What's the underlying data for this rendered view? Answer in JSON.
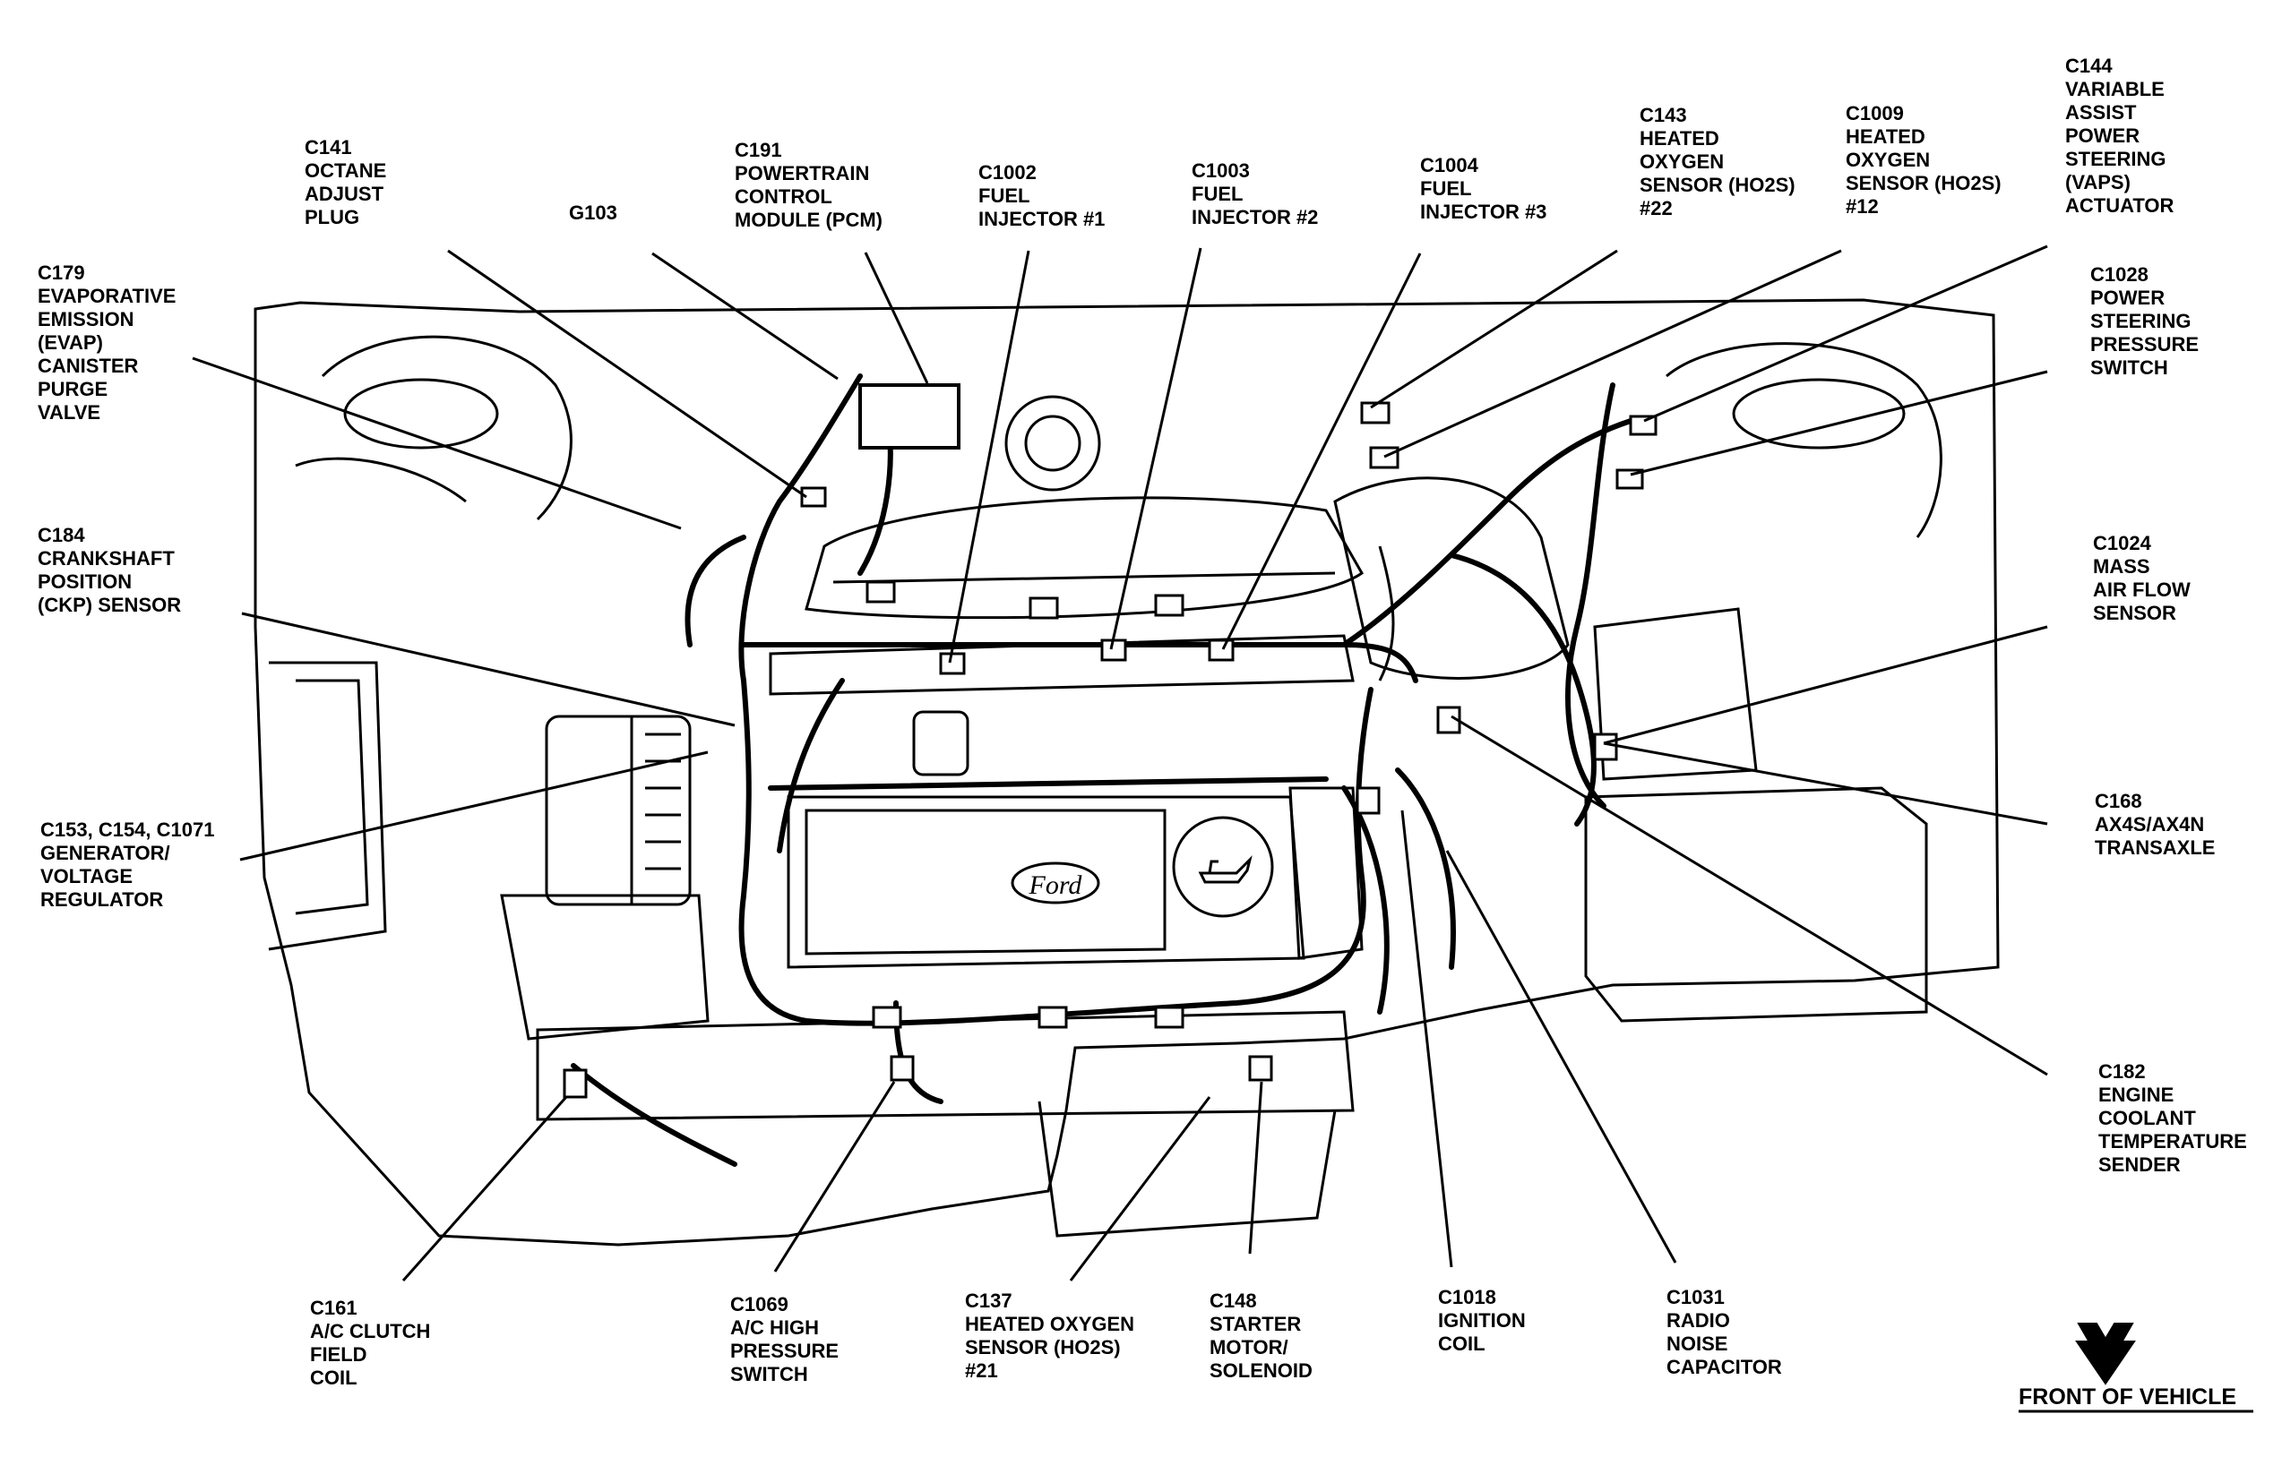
{
  "colors": {
    "ink": "#000000",
    "paper": "#ffffff"
  },
  "labels": {
    "c141": [
      "C141",
      "OCTANE",
      "ADJUST",
      "PLUG"
    ],
    "g103": [
      "G103"
    ],
    "c191": [
      "C191",
      "POWERTRAIN",
      "CONTROL",
      "MODULE (PCM)"
    ],
    "c1002": [
      "C1002",
      "FUEL",
      "INJECTOR #1"
    ],
    "c1003": [
      "C1003",
      "FUEL",
      "INJECTOR #2"
    ],
    "c1004": [
      "C1004",
      "FUEL",
      "INJECTOR #3"
    ],
    "c143": [
      "C143",
      "HEATED",
      "OXYGEN",
      "SENSOR (HO2S)",
      "#22"
    ],
    "c1009": [
      "C1009",
      "HEATED",
      "OXYGEN",
      "SENSOR (HO2S)",
      "#12"
    ],
    "c144": [
      "C144",
      "VARIABLE",
      "ASSIST",
      "POWER",
      "STEERING",
      "(VAPS)",
      "ACTUATOR"
    ],
    "c179": [
      "C179",
      "EVAPORATIVE",
      "EMISSION",
      "(EVAP)",
      "CANISTER",
      "PURGE",
      "VALVE"
    ],
    "c1028": [
      "C1028",
      "POWER",
      "STEERING",
      "PRESSURE",
      "SWITCH"
    ],
    "c184": [
      "C184",
      "CRANKSHAFT",
      "POSITION",
      "(CKP) SENSOR"
    ],
    "c1024": [
      "C1024",
      "MASS",
      "AIR FLOW",
      "SENSOR"
    ],
    "c153": [
      "C153, C154, C1071",
      "GENERATOR/",
      "VOLTAGE",
      "REGULATOR"
    ],
    "c168": [
      "C168",
      "AX4S/AX4N",
      "TRANSAXLE"
    ],
    "c182": [
      "C182",
      "ENGINE",
      "COOLANT",
      "TEMPERATURE",
      "SENDER"
    ],
    "c161": [
      "C161",
      "A/C CLUTCH",
      "FIELD",
      "COIL"
    ],
    "c1069": [
      "C1069",
      "A/C HIGH",
      "PRESSURE",
      "SWITCH"
    ],
    "c137": [
      "C137",
      "HEATED OXYGEN",
      "SENSOR (HO2S)",
      "#21"
    ],
    "c148": [
      "C148",
      "STARTER",
      "MOTOR/",
      "SOLENOID"
    ],
    "c1018": [
      "C1018",
      "IGNITION",
      "COIL"
    ],
    "c1031": [
      "C1031",
      "RADIO",
      "NOISE",
      "CAPACITOR"
    ]
  },
  "front_label": "FRONT OF VEHICLE",
  "logo_text": "Ford",
  "icons": {
    "front_arrow": "down-chevron-arrow-icon",
    "oil_cap": "oil-can-icon"
  }
}
